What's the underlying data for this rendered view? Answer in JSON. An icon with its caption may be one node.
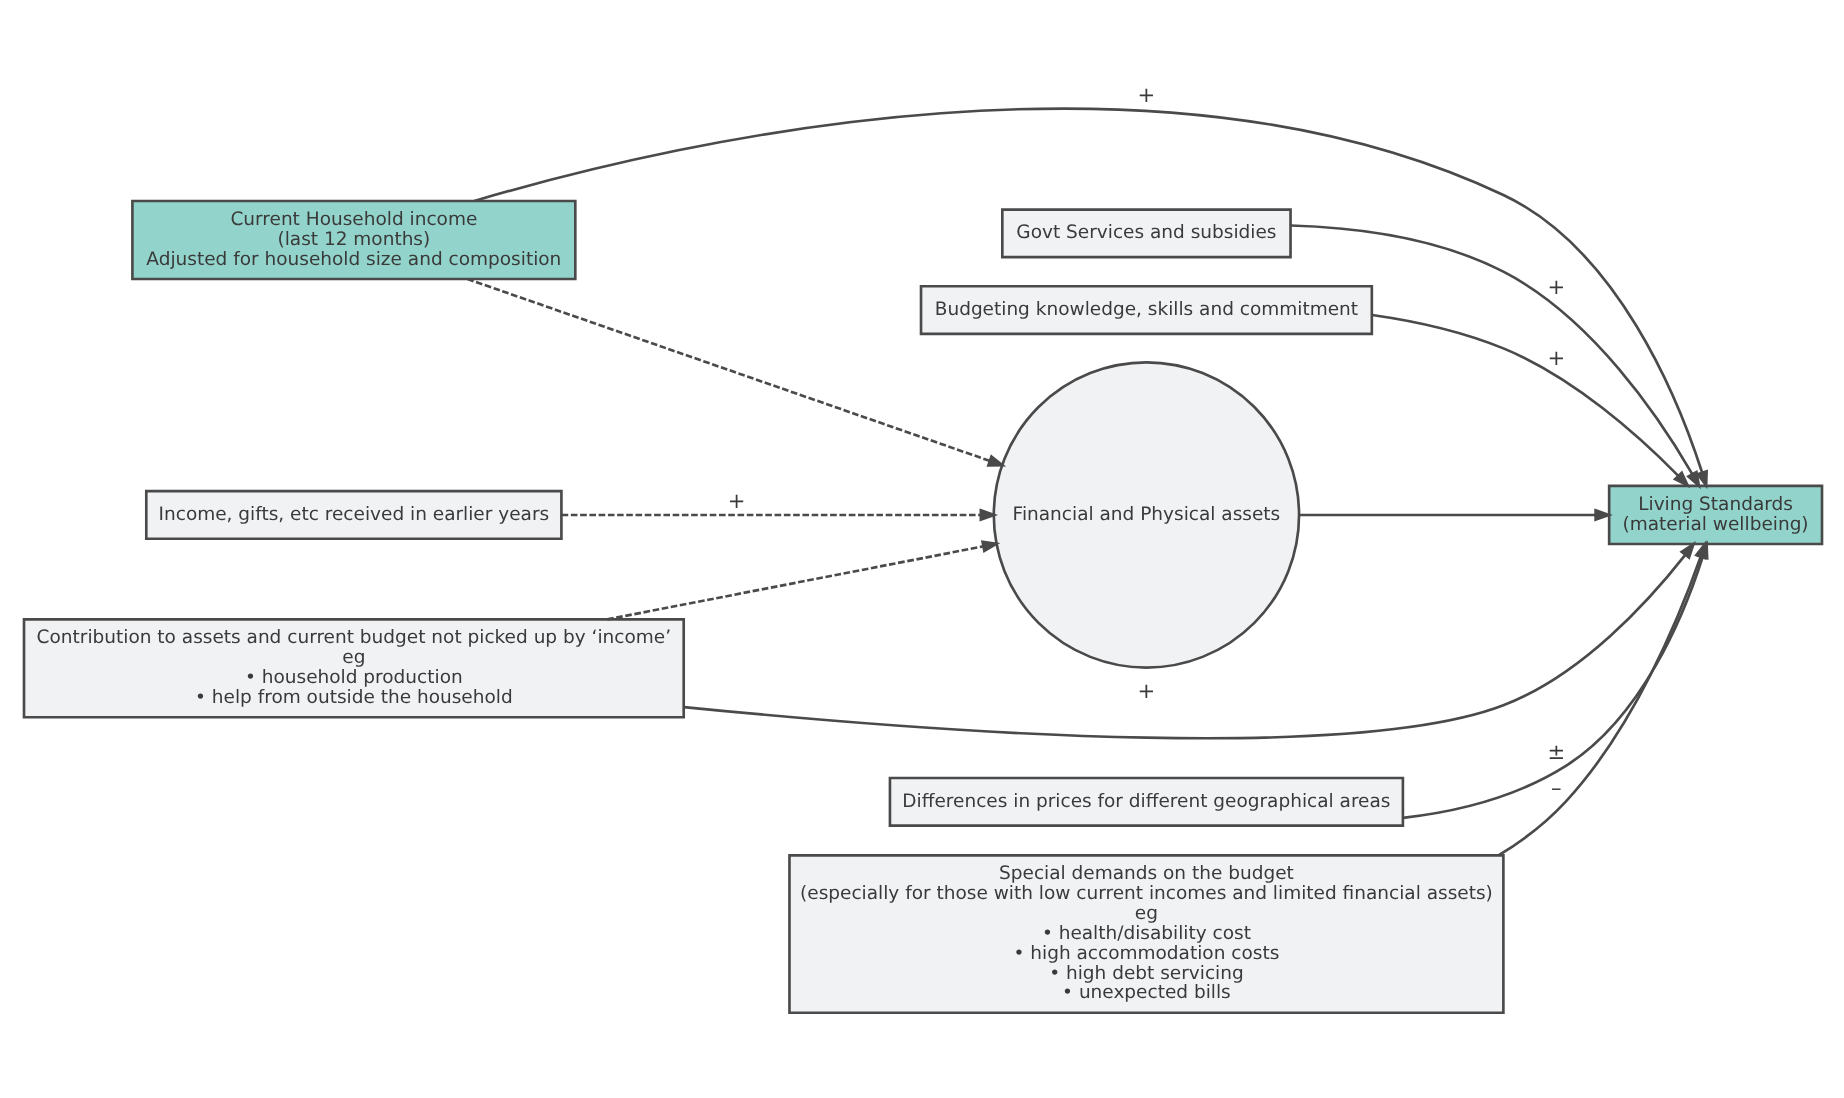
{
  "diagram": {
    "nodes": [
      {
        "text": [
          "Current Household income",
          "(last 12 months)",
          "Adjusted for household size and composition"
        ]
      },
      {
        "text": [
          "Govt Services and subsidies"
        ]
      },
      {
        "text": [
          "Budgeting knowledge, skills and commitment"
        ]
      },
      {
        "text": [
          "Financial and Physical assets"
        ]
      },
      {
        "text": [
          "Living Standards",
          "(material wellbeing)"
        ]
      },
      {
        "text": [
          "Income, gifts, etc received in earlier years"
        ]
      },
      {
        "text": [
          "Contribution to assets and current budget not picked up by ‘income’",
          "eg",
          "• household production",
          "• help from outside the household"
        ]
      },
      {
        "text": [
          "Differences in prices for different geographical areas"
        ]
      },
      {
        "text": [
          "Special demands on the budget",
          "(especially for those with low current incomes and limited financial assets)",
          "eg",
          "• health/disability cost",
          "• high accommodation costs",
          "• high debt servicing",
          "• unexpected bills"
        ]
      }
    ],
    "edges": [
      {
        "from": 0,
        "to": 4,
        "arrow": "to",
        "label": "+"
      },
      {
        "from": 0,
        "to": 3,
        "arrow": "to",
        "style": "dashed"
      },
      {
        "from": 1,
        "to": 4,
        "arrow": "to",
        "label": "+"
      },
      {
        "from": 2,
        "to": 4,
        "arrow": "to",
        "label": "+"
      },
      {
        "from": 3,
        "to": 4,
        "arrow": "to"
      },
      {
        "from": 5,
        "to": 3,
        "arrow": "to",
        "style": "dashed",
        "label": "+"
      },
      {
        "from": 6,
        "to": 3,
        "arrow": "to",
        "style": "dashed"
      },
      {
        "from": 6,
        "to": 4,
        "arrow": "to",
        "label": "+"
      },
      {
        "from": 7,
        "to": 4,
        "arrow": "to",
        "label": "±"
      },
      {
        "from": 8,
        "to": 4,
        "arrow": "to",
        "label": "–"
      }
    ]
  }
}
